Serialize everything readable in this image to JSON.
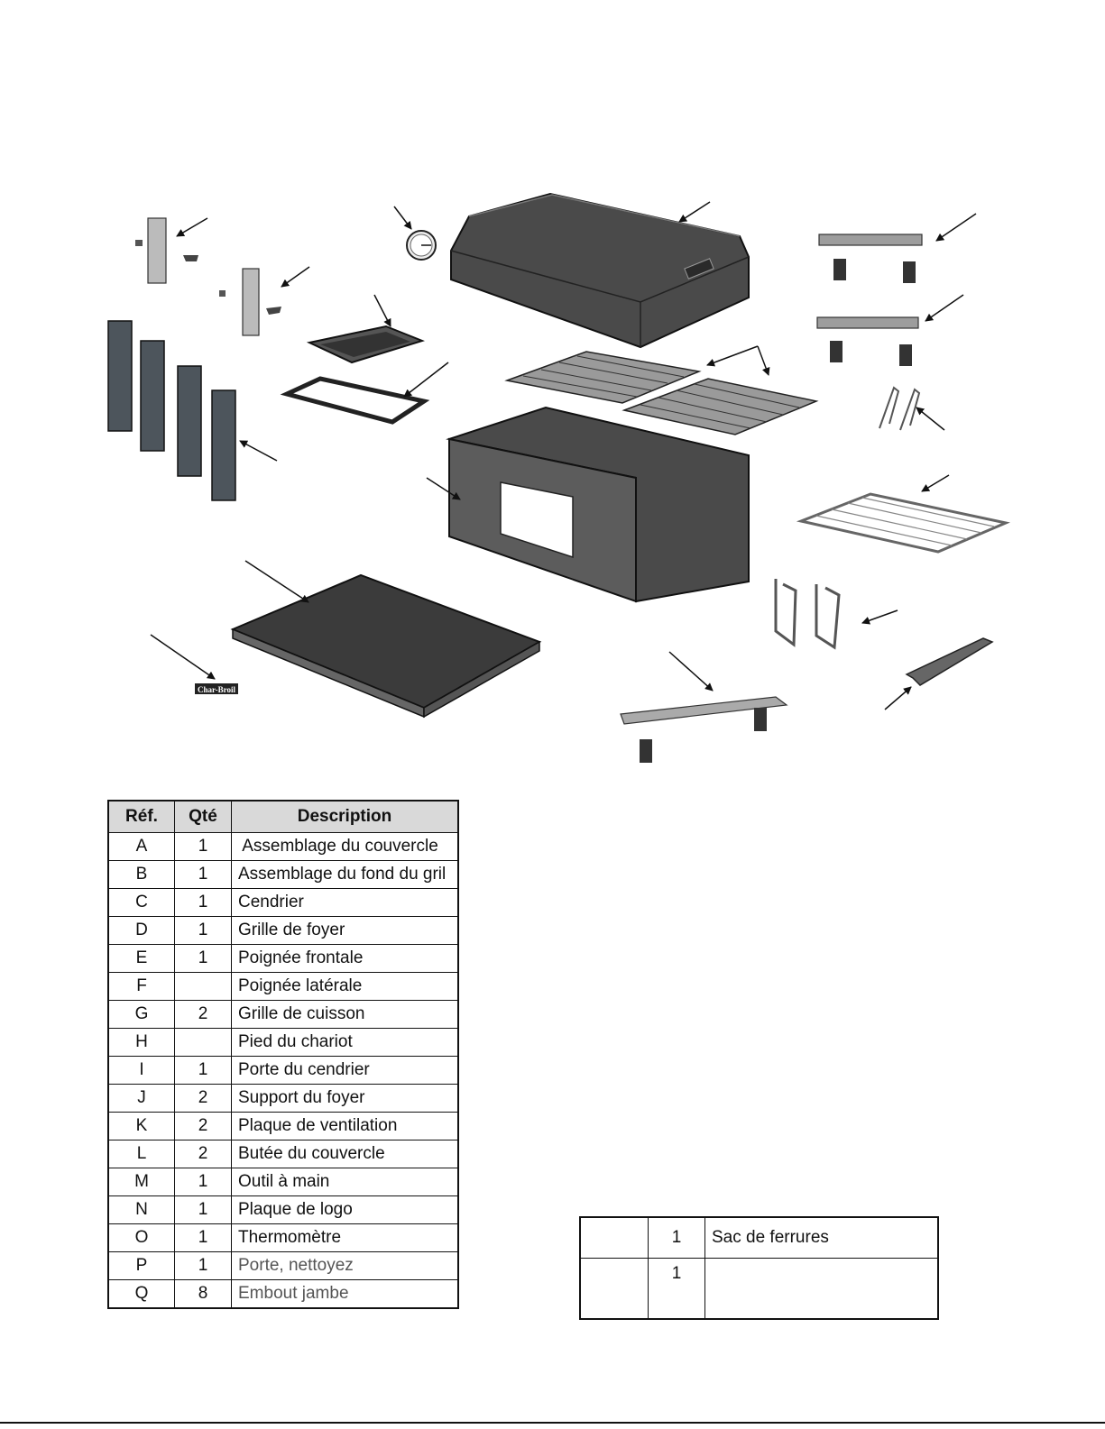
{
  "logo_text": "Char-Broil",
  "parts_table": {
    "headers": {
      "ref": "Réf.",
      "qty": "Qté",
      "description": "Description"
    },
    "rows": [
      {
        "ref": "A",
        "qty": "1",
        "description": " Assemblage du couvercle"
      },
      {
        "ref": "B",
        "qty": "1",
        "description": "Assemblage du fond du gril"
      },
      {
        "ref": "C",
        "qty": "1",
        "description": "Cendrier"
      },
      {
        "ref": "D",
        "qty": "1",
        "description": "Grille de foyer"
      },
      {
        "ref": "E",
        "qty": "1",
        "description": "Poignée frontale"
      },
      {
        "ref": "F",
        "qty": "",
        "description": "Poignée latérale"
      },
      {
        "ref": "G",
        "qty": "2",
        "description": "Grille de cuisson"
      },
      {
        "ref": "H",
        "qty": "",
        "description": "Pied du chariot"
      },
      {
        "ref": "I",
        "qty": "1",
        "description": "Porte du cendrier"
      },
      {
        "ref": "J",
        "qty": "2",
        "description": "Support du foyer"
      },
      {
        "ref": "K",
        "qty": "2",
        "description": "Plaque de ventilation"
      },
      {
        "ref": "L",
        "qty": "2",
        "description": "Butée du couvercle"
      },
      {
        "ref": "M",
        "qty": "1",
        "description": "Outil à main"
      },
      {
        "ref": "N",
        "qty": "1",
        "description": "Plaque de logo"
      },
      {
        "ref": "O",
        "qty": "1",
        "description": "Thermomètre"
      },
      {
        "ref": "P",
        "qty": "1",
        "description": "Porte, nettoyez"
      },
      {
        "ref": "Q",
        "qty": "8",
        "description": "Embout jambe"
      }
    ]
  },
  "extra_table": {
    "rows": [
      {
        "ref": "",
        "qty": "1",
        "description": "Sac de ferrures"
      },
      {
        "ref": "",
        "qty": "1",
        "description": ""
      }
    ]
  }
}
